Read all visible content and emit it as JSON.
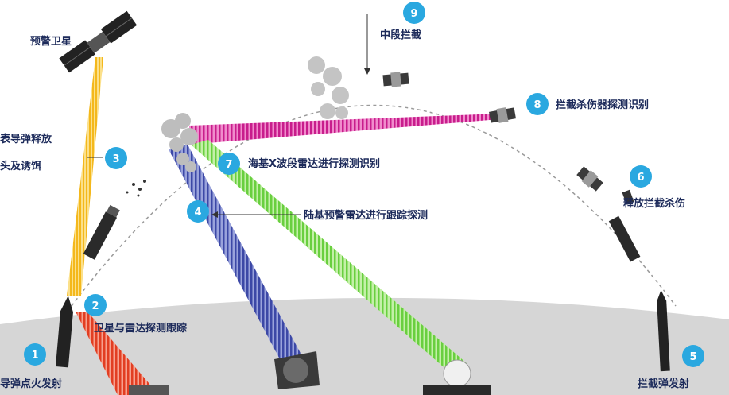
{
  "steps": {
    "s1": {
      "number": "1",
      "label": "导弹点火发射"
    },
    "s2": {
      "number": "2",
      "label": "卫星与雷达探测跟踪"
    },
    "s3": {
      "number": "3",
      "label_line1": "表导弹释放",
      "label_line2": "头及诱饵"
    },
    "s4": {
      "number": "4",
      "label": "陆基预警雷达进行跟踪探测"
    },
    "s5": {
      "number": "5",
      "label": "拦截弹发射"
    },
    "s6": {
      "number": "6",
      "label": "释放拦截杀伤"
    },
    "s7": {
      "number": "7",
      "label": "海基X波段雷达进行探测识别"
    },
    "s8": {
      "number": "8",
      "label": "拦截杀伤器探测识别"
    },
    "s9": {
      "number": "9",
      "label": "中段拦截"
    }
  },
  "satellite_label": "预警卫星",
  "colors": {
    "badge": "#2aa8e0",
    "yellow_beam": "#f7c531",
    "orange_beam": "#e9533a",
    "magenta_beam": "#d6309a",
    "blue_beam": "#4f5bb3",
    "green_beam": "#7ed957",
    "ground": "#d3d3d3",
    "label": "#1c2a5a"
  }
}
